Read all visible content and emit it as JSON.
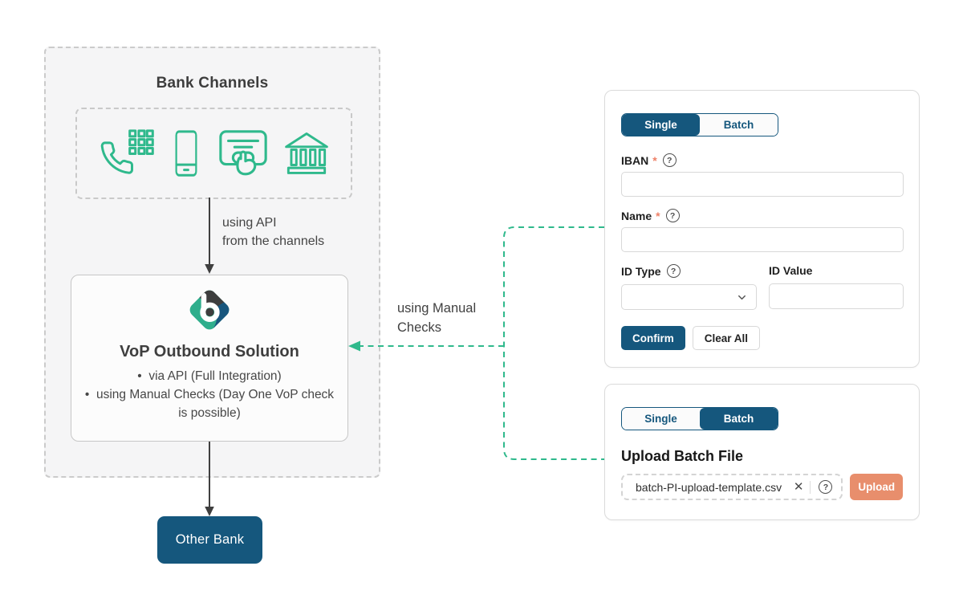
{
  "colors": {
    "navy": "#15577D",
    "green": "#2FB98C",
    "salmon": "#E88E6C",
    "logo_teal": "#2FAE8C",
    "logo_navy": "#17567D",
    "logo_dark": "#3E3E3E",
    "asterisk": "#EE8067",
    "text_dark": "#3F3F3F"
  },
  "diagram": {
    "bank_channels": {
      "title": "Bank Channels",
      "icons": [
        "phone-keypad-icon",
        "smartphone-icon",
        "touch-terminal-icon",
        "bank-icon"
      ]
    },
    "api_label_line1": "using API",
    "api_label_line2": "from the channels",
    "vop": {
      "title": "VoP Outbound Solution",
      "bullets": [
        "via API (Full Integration)",
        "using Manual Checks (Day One VoP check is possible)"
      ]
    },
    "manual_label_line1": "using Manual",
    "manual_label_line2": "Checks",
    "other_bank_label": "Other Bank"
  },
  "single_form": {
    "tabs": [
      {
        "label": "Single",
        "active": true
      },
      {
        "label": "Batch",
        "active": false
      }
    ],
    "iban": {
      "label": "IBAN",
      "required_mark": "*",
      "value": "",
      "placeholder": ""
    },
    "name": {
      "label": "Name",
      "required_mark": "*",
      "value": "",
      "placeholder": ""
    },
    "id_type": {
      "label": "ID Type",
      "value": ""
    },
    "id_value": {
      "label": "ID Value",
      "value": ""
    },
    "confirm_label": "Confirm",
    "clear_all_label": "Clear All"
  },
  "batch_form": {
    "tabs": [
      {
        "label": "Single",
        "active": false
      },
      {
        "label": "Batch",
        "active": true
      }
    ],
    "heading": "Upload Batch File",
    "file_name": "batch-PI-upload-template.csv",
    "upload_label": "Upload"
  },
  "glyphs": {
    "help": "?",
    "clear_file": "✕"
  }
}
